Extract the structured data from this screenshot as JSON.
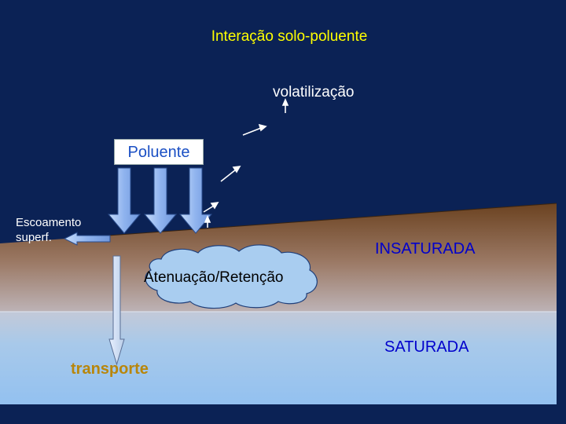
{
  "title": "Interação solo-poluente",
  "volatilizacao_label": "volatilização",
  "poluente_label": "Poluente",
  "escoamento_lines": [
    "Escoamento",
    "superf."
  ],
  "insaturada_label": "INSATURADA",
  "atenuacao_label": "Atenuação/Retenção",
  "saturada_label": "SATURADA",
  "transporte_label": "transporte",
  "colors": {
    "background": "#0b2255",
    "title": "#ffff00",
    "zone_label": "#0000cc",
    "transporte": "#b8860b",
    "soil_top": "#6b4220",
    "water": "#a8cef0",
    "cloud": "#a9cdf0",
    "arrow": "#9ec0f0"
  }
}
